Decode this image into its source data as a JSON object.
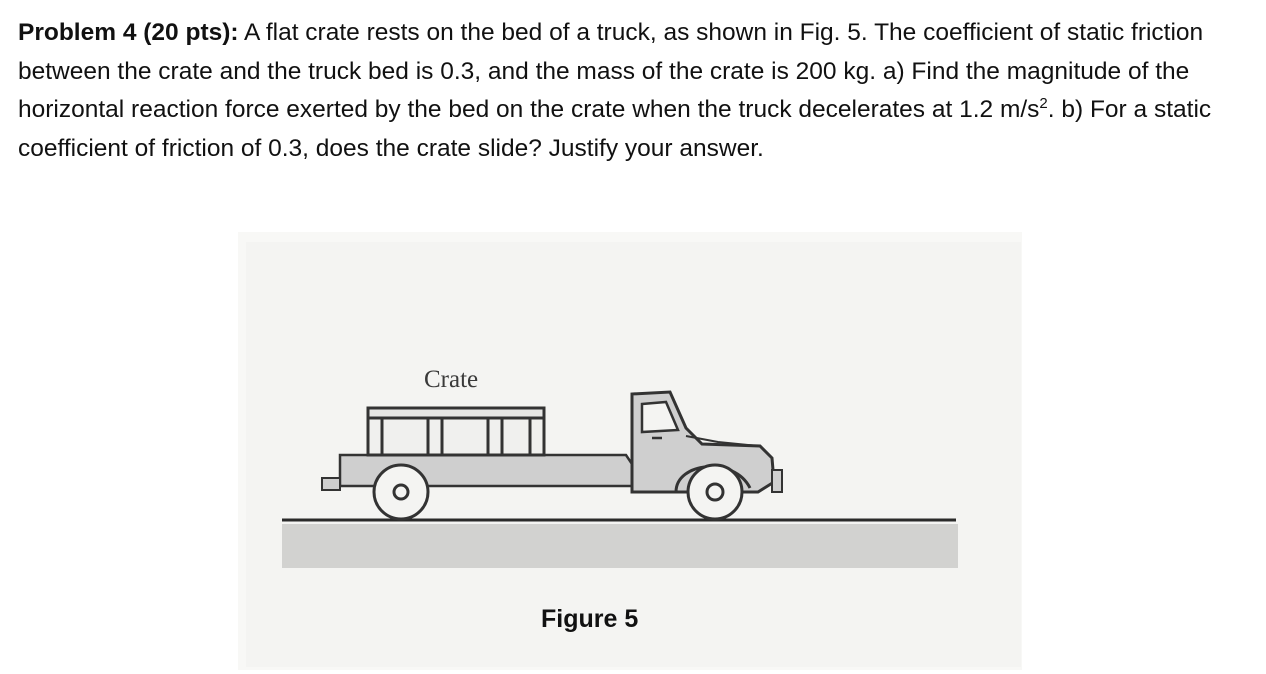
{
  "problem": {
    "heading": "Problem 4 (20 pts):",
    "text_part1": " A flat crate rests on the bed of a truck, as shown in Fig. 5. The coefficient of static friction between the crate and the truck bed is 0.3, and the mass of the crate is 200 kg. a) Find the magnitude of the horizontal reaction force exerted by the bed on the crate when the truck decelerates at 1.2 m/s",
    "superscript": "2",
    "text_part2": ". b) For a static coefficient of friction of 0.3, does the crate slide? Justify your answer."
  },
  "figure": {
    "crate_label": "Crate",
    "caption": "Figure 5"
  }
}
